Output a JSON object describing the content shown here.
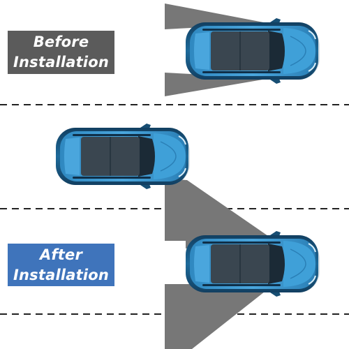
{
  "labels": {
    "before": {
      "line1": "Before",
      "line2": "Installation"
    },
    "after": {
      "line1": "After",
      "line2": "Installation"
    }
  },
  "colors": {
    "background": "#ffffff",
    "before_label_bg": "#5b5b5b",
    "after_label_bg": "#3f74bb",
    "car_body": "#3b9bd3",
    "car_body_dark": "#15577f",
    "roof_panel": "#3a4650",
    "blind_spot_shade": "#777777",
    "lane_line": "#222222"
  },
  "icons": [
    "car-top-view",
    "blind-spot-zone",
    "lane-divider-dashed"
  ]
}
